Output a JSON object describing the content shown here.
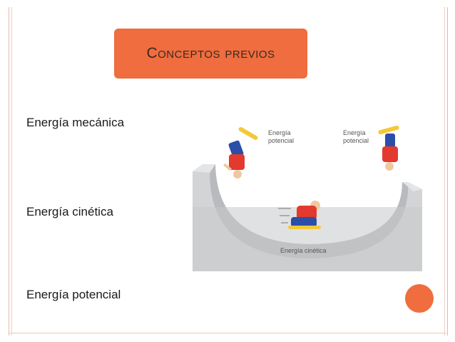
{
  "slide": {
    "title": "Conceptos previos",
    "concepts": [
      "Energía mecánica",
      "Energía cinética",
      "Energía potencial"
    ]
  },
  "illustration": {
    "labels": {
      "left_top": [
        "Energía",
        "potencial"
      ],
      "right_top": [
        "Energía",
        "potencial"
      ],
      "bottom": "Energía cinética"
    }
  },
  "colors": {
    "accent": "#ef6d3f",
    "frame": "#e8b8a8",
    "ramp": "#cfd0d2",
    "shirt": "#e23a2e",
    "pants": "#2b4fa8"
  }
}
